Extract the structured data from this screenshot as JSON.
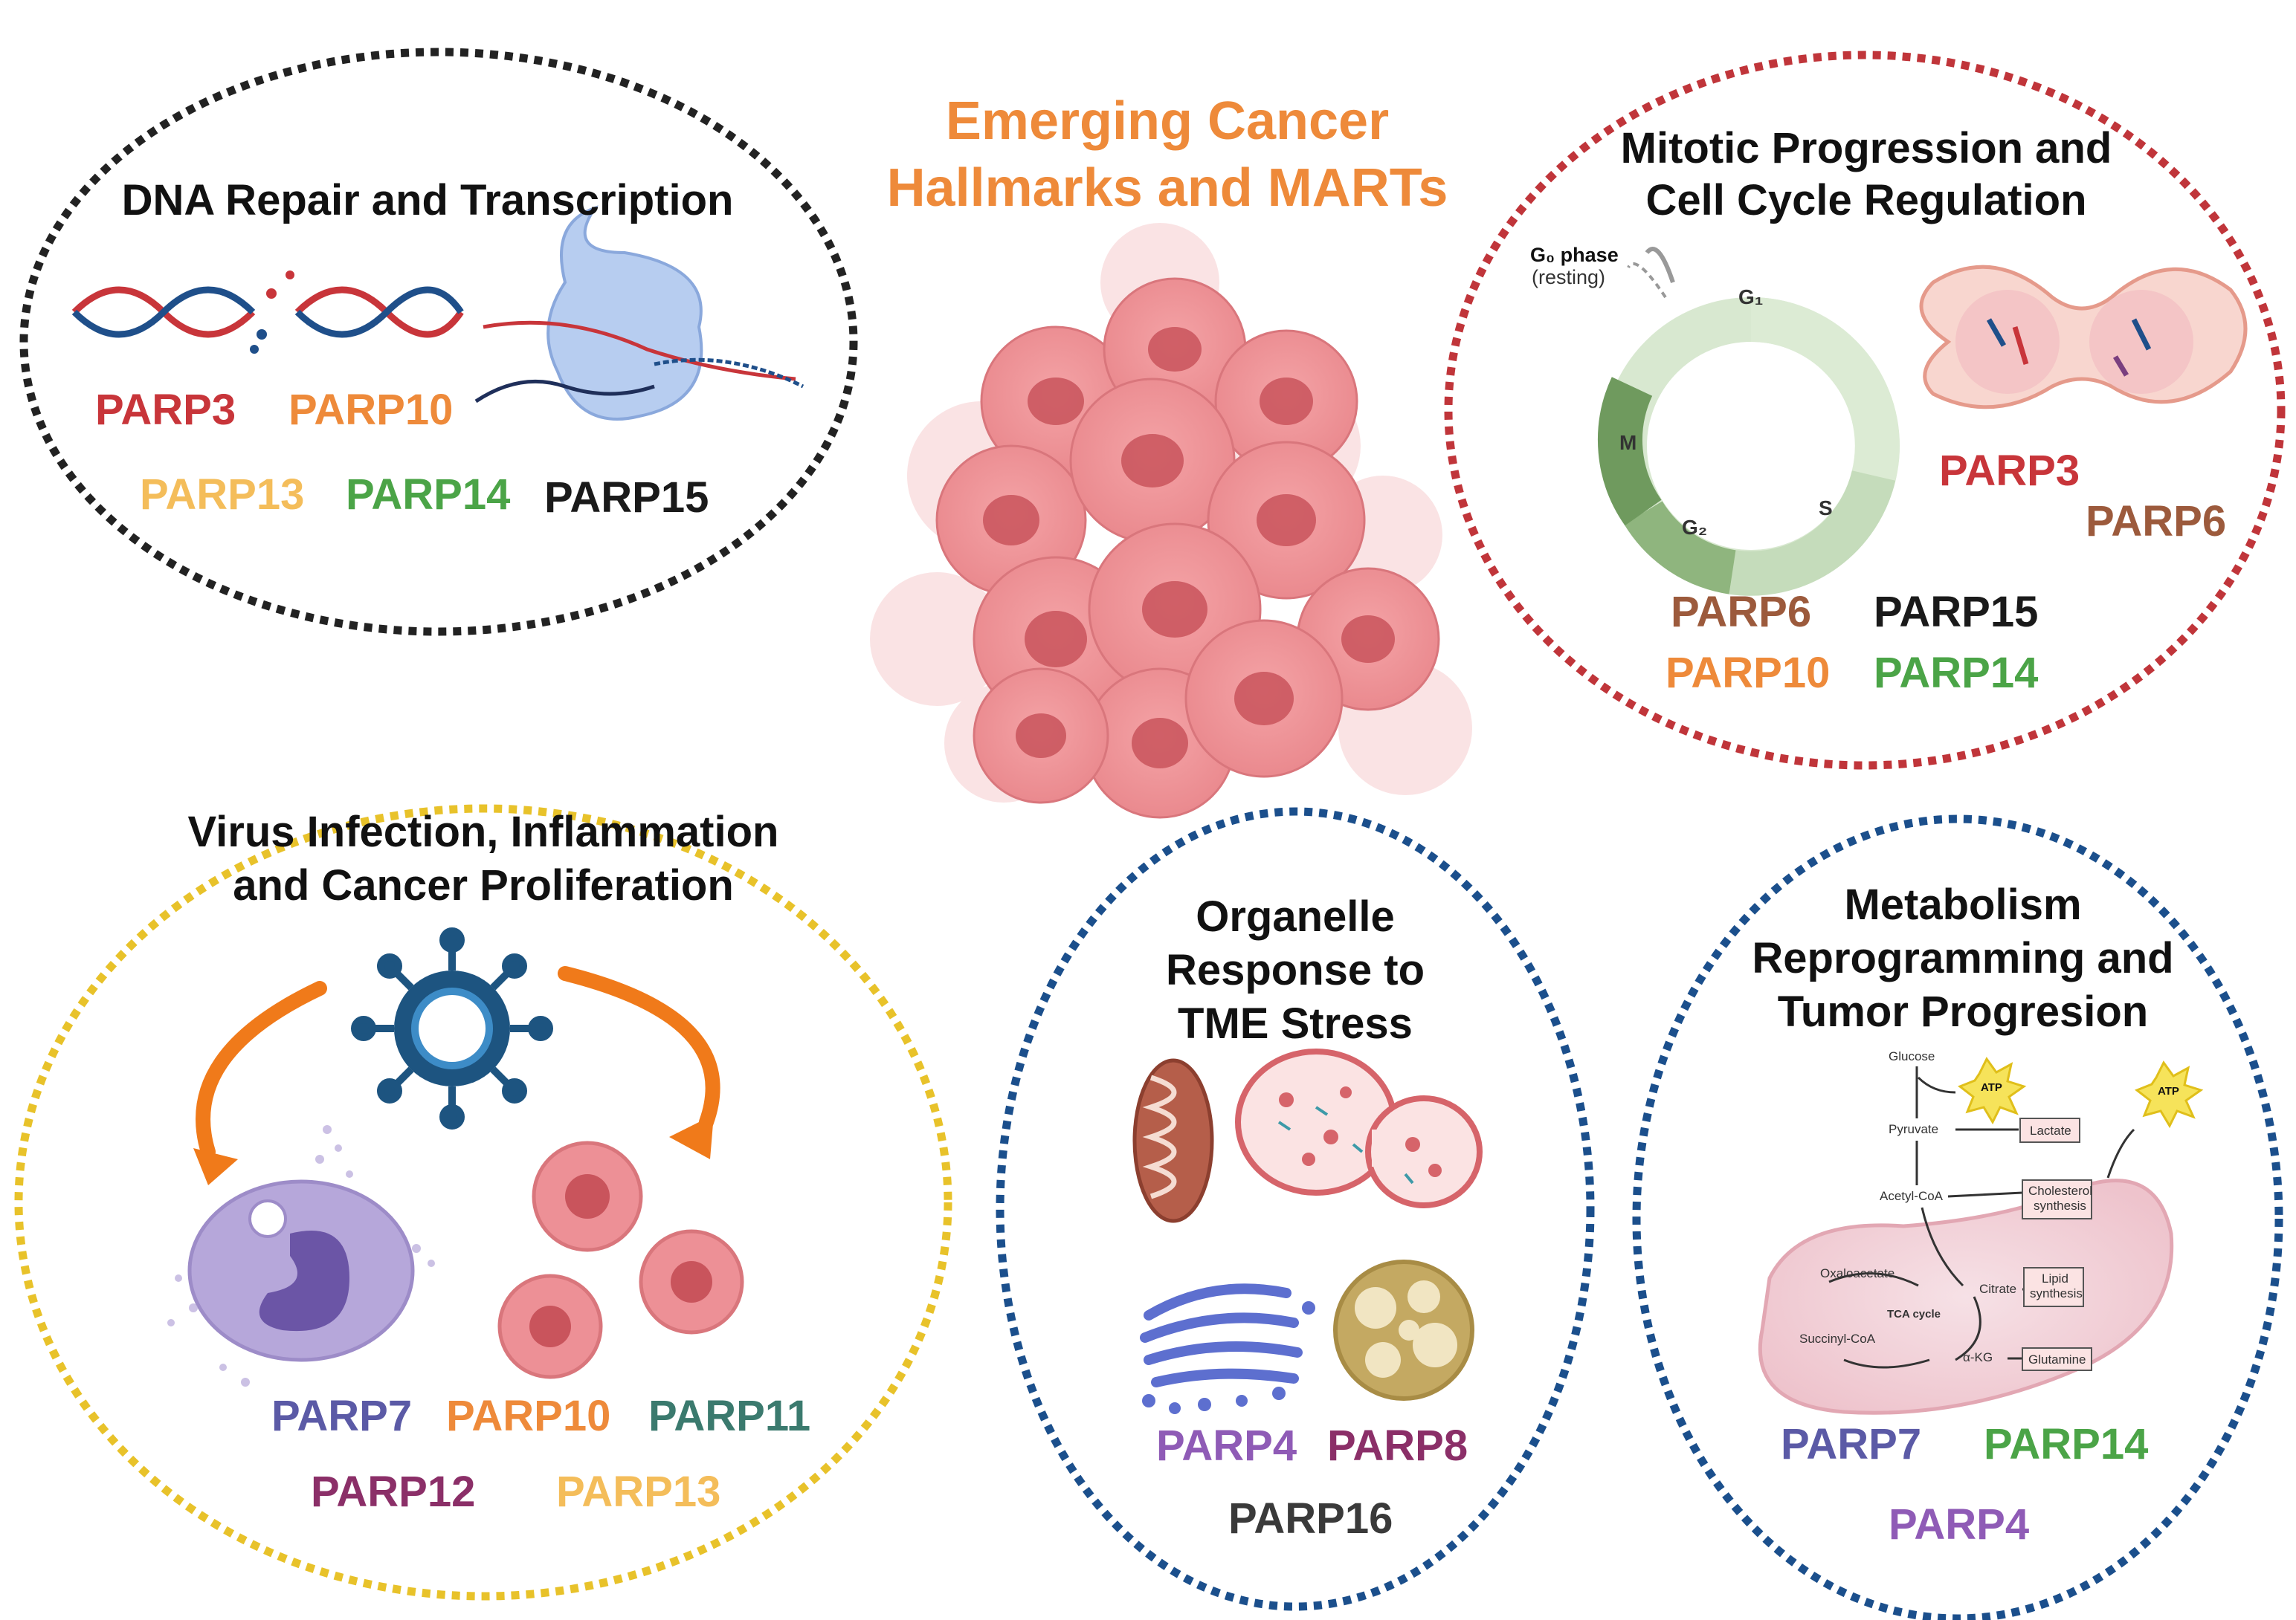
{
  "title": {
    "line1": "Emerging Cancer",
    "line2": "Hallmarks and MARTs"
  },
  "colors": {
    "title_orange": "#ee8a3a",
    "parp_red": "#c8353a",
    "parp_orange": "#ee8a3a",
    "parp_yellow": "#f4bd5a",
    "parp_green": "#4ba447",
    "parp_black": "#1a1a1a",
    "parp_brown": "#9c5a3c",
    "parp_indigo": "#5b5aa6",
    "parp_teal": "#3b7a6e",
    "parp_plum": "#8b2f68",
    "parp_purple": "#8f5bb6",
    "parp_gray": "#3a3a3a",
    "border_black": "#222222",
    "border_red": "#c0353a",
    "border_yellow": "#e8c22a",
    "border_blue": "#1b4f8c"
  },
  "panels": {
    "dna": {
      "title": "DNA Repair  and Transcription",
      "labels": [
        "PARP3",
        "PARP10",
        "PARP13",
        "PARP14",
        "PARP15"
      ]
    },
    "mitotic": {
      "title_line1": "Mitotic Progression and",
      "title_line2": "Cell Cycle Regulation",
      "g0_label": "G₀ phase",
      "g0_sub": "(resting)",
      "phases": [
        "G₁",
        "S",
        "G₂",
        "M"
      ],
      "labels": [
        "PARP3",
        "PARP6",
        "PARP6",
        "PARP15",
        "PARP10",
        "PARP14"
      ]
    },
    "virus": {
      "title_line1": "Virus Infection, Inflammation",
      "title_line2": "and Cancer Proliferation",
      "labels": [
        "PARP7",
        "PARP10",
        "PARP11",
        "PARP12",
        "PARP13"
      ]
    },
    "organelle": {
      "title_line1": "Organelle",
      "title_line2": "Response to",
      "title_line3": "TME Stress",
      "labels": [
        "PARP4",
        "PARP8",
        "PARP16"
      ]
    },
    "metabolism": {
      "title_line1": "Metabolism",
      "title_line2": "Reprogramming and",
      "title_line3": "Tumor Progresion",
      "pathway": {
        "glucose": "Glucose",
        "pyruvate": "Pyruvate",
        "acetyl": "Acetyl-CoA",
        "oxaloacetate": "Oxaloacetate",
        "citrate": "Citrate",
        "akg": "α-KG",
        "succinyl": "Succinyl-CoA",
        "tca": "TCA cycle",
        "atp1": "ATP",
        "atp2": "ATP",
        "lactate": "Lactate",
        "cholesterol_1": "Cholesterol",
        "cholesterol_2": "synthesis",
        "lipid_1": "Lipid",
        "lipid_2": "synthesis",
        "glutamine": "Glutamine"
      },
      "labels": [
        "PARP7",
        "PARP14",
        "PARP4"
      ]
    }
  }
}
